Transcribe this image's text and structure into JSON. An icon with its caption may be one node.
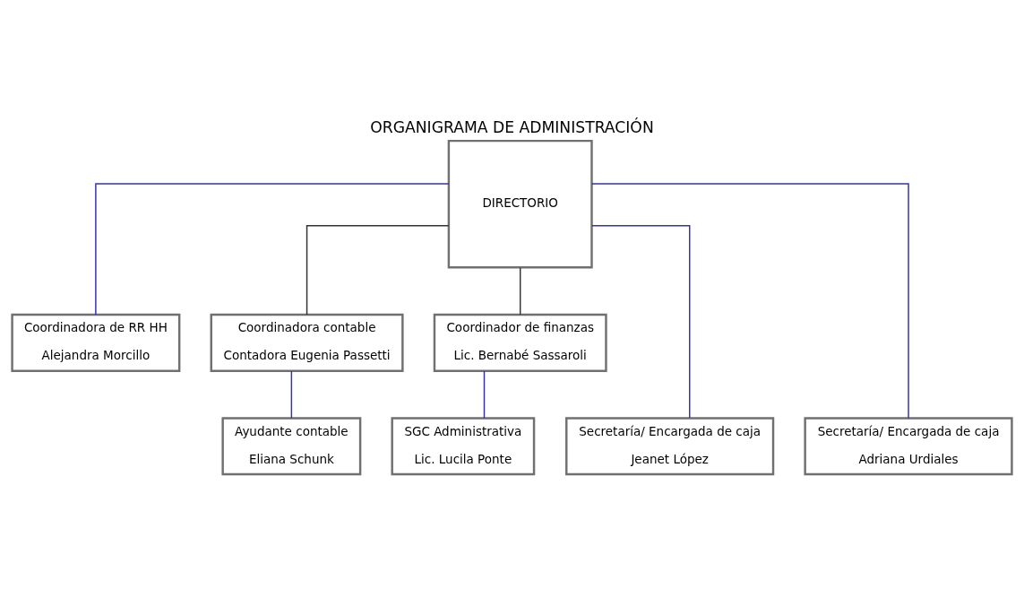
{
  "diagram": {
    "title": "ORGANIGRAMA DE ADMINISTRACIÓN",
    "nodes": [
      {
        "text": [
          "DIRECTORIO"
        ]
      },
      {
        "text": [
          "Coordinadora de RR HH",
          "Alejandra Morcillo"
        ]
      },
      {
        "text": [
          "Coordinadora contable",
          "Contadora Eugenia Passetti"
        ]
      },
      {
        "text": [
          "Coordinador de finanzas",
          "Lic. Bernabé Sassaroli"
        ]
      },
      {
        "text": [
          "Secretaría/ Encargada de caja",
          "Jeanet López"
        ]
      },
      {
        "text": [
          "Secretaría/ Encargada de caja",
          "Adriana Urdiales"
        ]
      },
      {
        "text": [
          "Ayudante contable",
          "Eliana Schunk"
        ]
      },
      {
        "text": [
          "SGC Administrativa",
          "Lic. Lucila Ponte"
        ]
      }
    ],
    "edges": [
      {
        "from": 0,
        "to": 4,
        "arrow": "none"
      },
      {
        "from": 0,
        "to": 5,
        "arrow": "none"
      },
      {
        "from": 0,
        "to": 1,
        "arrow": "none"
      },
      {
        "from": 0,
        "to": 2,
        "arrow": "none",
        "color": "#333333"
      },
      {
        "from": 0,
        "to": 3,
        "arrow": "none",
        "color": "#333333"
      },
      {
        "from": 2,
        "to": 6,
        "arrow": "none"
      },
      {
        "from": 3,
        "to": 7,
        "arrow": "none"
      }
    ]
  }
}
